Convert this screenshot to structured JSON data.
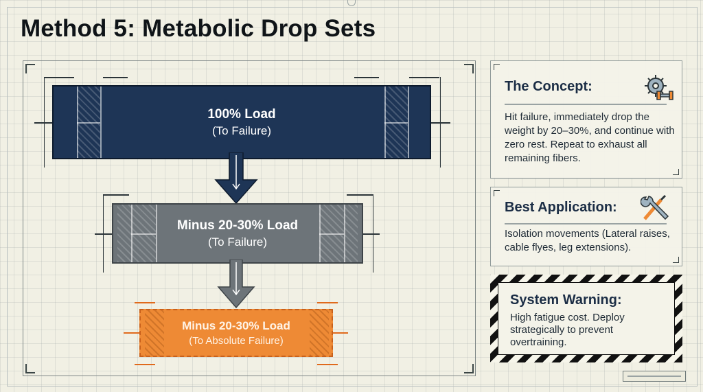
{
  "title": "Method 5: Metabolic Drop Sets",
  "flow": {
    "stage1": {
      "label": "100% Load",
      "sub": "(To Failure)"
    },
    "stage2": {
      "label": "Minus 20-30% Load",
      "sub": "(To Failure)"
    },
    "stage3": {
      "label": "Minus 20-30% Load",
      "sub": "(To Absolute Failure)"
    }
  },
  "cards": {
    "concept": {
      "title": "The Concept:",
      "body": "Hit failure, immediately drop the weight by 20–30%, and continue with zero rest. Repeat to exhaust all remaining fibers.",
      "icon": "gear-dumbbell-icon"
    },
    "application": {
      "title": "Best Application:",
      "body": "Isolation movements (Lateral raises, cable flyes, leg extensions).",
      "icon": "wrench-screwdriver-icon"
    },
    "warning": {
      "title": "System Warning:",
      "body": "High fatigue cost. Deploy strategically to prevent overtraining."
    }
  },
  "colors": {
    "stage1": "#1e3556",
    "stage2": "#6d7479",
    "stage3": "#ee8a35",
    "text_dark": "#1b2d45"
  }
}
